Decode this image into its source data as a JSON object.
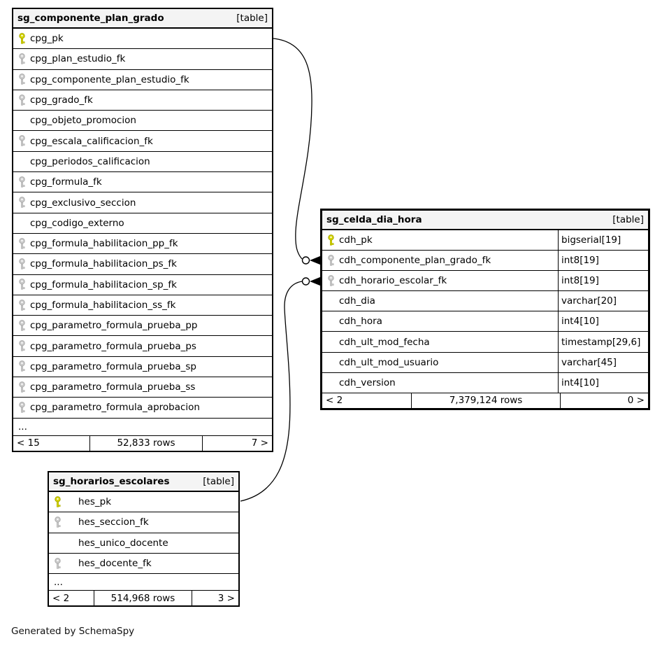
{
  "diagram": {
    "credit": "Generated by SchemaSpy"
  },
  "colors": {
    "pk_key": "#d6d600",
    "pk_key_stroke": "#a8a800",
    "fk_key": "#cccccc",
    "fk_key_stroke": "#aaaaaa",
    "header_bg": "#f4f4f4",
    "border": "#000000"
  },
  "tables": [
    {
      "title": "sg_componente_plan_grado",
      "badge": "[table]",
      "columns": [
        {
          "key": "pk",
          "name": "cpg_pk"
        },
        {
          "key": "fk",
          "name": "cpg_plan_estudio_fk"
        },
        {
          "key": "fk",
          "name": "cpg_componente_plan_estudio_fk"
        },
        {
          "key": "fk",
          "name": "cpg_grado_fk"
        },
        {
          "key": null,
          "name": "cpg_objeto_promocion"
        },
        {
          "key": "fk",
          "name": "cpg_escala_calificacion_fk"
        },
        {
          "key": null,
          "name": "cpg_periodos_calificacion"
        },
        {
          "key": "fk",
          "name": "cpg_formula_fk"
        },
        {
          "key": "fk",
          "name": "cpg_exclusivo_seccion"
        },
        {
          "key": null,
          "name": "cpg_codigo_externo"
        },
        {
          "key": "fk",
          "name": "cpg_formula_habilitacion_pp_fk"
        },
        {
          "key": "fk",
          "name": "cpg_formula_habilitacion_ps_fk"
        },
        {
          "key": "fk",
          "name": "cpg_formula_habilitacion_sp_fk"
        },
        {
          "key": "fk",
          "name": "cpg_formula_habilitacion_ss_fk"
        },
        {
          "key": "fk",
          "name": "cpg_parametro_formula_prueba_pp"
        },
        {
          "key": "fk",
          "name": "cpg_parametro_formula_prueba_ps"
        },
        {
          "key": "fk",
          "name": "cpg_parametro_formula_prueba_sp"
        },
        {
          "key": "fk",
          "name": "cpg_parametro_formula_prueba_ss"
        },
        {
          "key": "fk",
          "name": "cpg_parametro_formula_aprobacion"
        }
      ],
      "ellipsis": "...",
      "footer": {
        "left": "< 15",
        "center": "52,833 rows",
        "right": "7 >"
      }
    },
    {
      "title": "sg_celda_dia_hora",
      "badge": "[table]",
      "columns": [
        {
          "key": "pk",
          "name": "cdh_pk",
          "type": "bigserial[19]"
        },
        {
          "key": "fk",
          "name": "cdh_componente_plan_grado_fk",
          "type": "int8[19]"
        },
        {
          "key": "fk",
          "name": "cdh_horario_escolar_fk",
          "type": "int8[19]"
        },
        {
          "key": null,
          "name": "cdh_dia",
          "type": "varchar[20]"
        },
        {
          "key": null,
          "name": "cdh_hora",
          "type": "int4[10]"
        },
        {
          "key": null,
          "name": "cdh_ult_mod_fecha",
          "type": "timestamp[29,6]"
        },
        {
          "key": null,
          "name": "cdh_ult_mod_usuario",
          "type": "varchar[45]"
        },
        {
          "key": null,
          "name": "cdh_version",
          "type": "int4[10]"
        }
      ],
      "footer": {
        "left": "< 2",
        "center": "7,379,124 rows",
        "right": "0 >"
      }
    },
    {
      "title": "sg_horarios_escolares",
      "badge": "[table]",
      "columns": [
        {
          "key": "pk",
          "name": "hes_pk"
        },
        {
          "key": "fk",
          "name": "hes_seccion_fk"
        },
        {
          "key": null,
          "name": "hes_unico_docente"
        },
        {
          "key": "fk",
          "name": "hes_docente_fk"
        }
      ],
      "ellipsis": "...",
      "footer": {
        "left": "< 2",
        "center": "514,968 rows",
        "right": "3 >"
      }
    }
  ],
  "relationships": [
    {
      "from": "sg_componente_plan_grado.cpg_pk",
      "to": "sg_celda_dia_hora.cdh_componente_plan_grado_fk"
    },
    {
      "from": "sg_horarios_escolares.hes_pk",
      "to": "sg_celda_dia_hora.cdh_horario_escolar_fk"
    }
  ]
}
